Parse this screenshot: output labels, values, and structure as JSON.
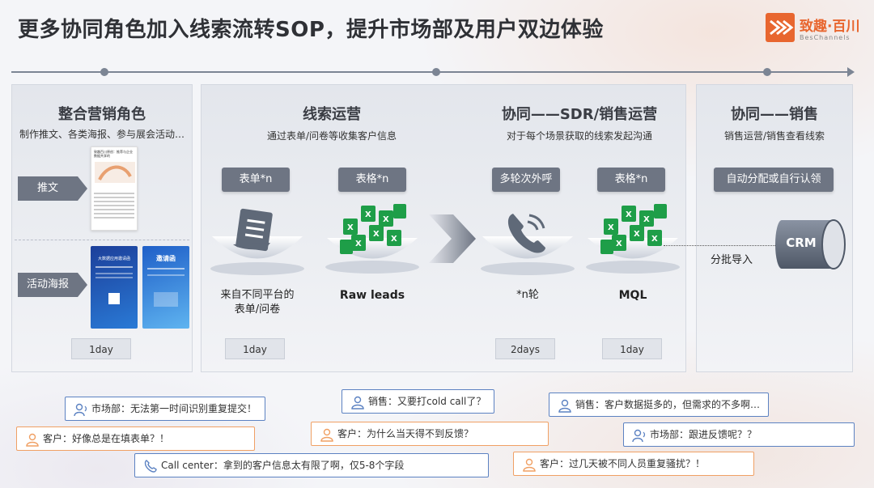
{
  "title": "更多协同角色加入线索流转SOP，提升市场部及用户双边体验",
  "logo": {
    "name_cn": "致趣·百川",
    "name_en": "BesChannels",
    "color": "#e8662f"
  },
  "panels": [
    {
      "title": "整合营销角色",
      "subtitle": "制作推文、各类海报、参与展会活动…",
      "side_tags": [
        "推文",
        "活动海报"
      ],
      "duration": "1day"
    },
    {
      "title": "线索运营",
      "subtitle": "通过表单/问卷等收集客户信息",
      "tags": [
        "表单*n",
        "表格*n"
      ],
      "captions": [
        "来自不同平台的\n表单/问卷",
        "Raw leads"
      ],
      "duration": "1day"
    },
    {
      "title": "协同——SDR/销售运营",
      "subtitle": "对于每个场景获取的线索发起沟通",
      "tags": [
        "多轮次外呼",
        "表格*n"
      ],
      "captions": [
        "*n轮",
        "MQL"
      ],
      "durations": [
        "2days",
        "1day"
      ]
    },
    {
      "title": "协同——销售",
      "subtitle": "销售运营/销售查看线索",
      "tags": [
        "自动分配或自行认领"
      ],
      "crm_label": "CRM",
      "import_label": "分批导入"
    }
  ],
  "thumbnails": {
    "doc_title": "致趣百川原创：推荐与企业数据共享的",
    "poster1_title": "大数据应用邀请函",
    "poster2_title": "邀请函"
  },
  "bubbles": [
    {
      "icon": "person-voice-icon",
      "style": "blue",
      "text": "市场部：无法第一时间识别重复提交！"
    },
    {
      "icon": "person-icon",
      "style": "blue",
      "text": "销售：又要打cold call了？"
    },
    {
      "icon": "person-icon",
      "style": "blue",
      "text": "销售：客户数据挺多的，但需求的不多啊…"
    },
    {
      "icon": "person-icon",
      "style": "orange",
      "text": "客户：好像总是在填表单？！"
    },
    {
      "icon": "person-icon",
      "style": "orange",
      "text": "客户：为什么当天得不到反馈？"
    },
    {
      "icon": "person-voice-icon",
      "style": "blue",
      "text": "市场部：跟进反馈呢？？"
    },
    {
      "icon": "phone-icon",
      "style": "blue",
      "text": "Call center：拿到的客户信息太有限了啊，仅5-8个字段"
    },
    {
      "icon": "person-icon",
      "style": "orange",
      "text": "客户：过几天被不同人员重复骚扰？！"
    }
  ],
  "colors": {
    "tag_bg": "#6e7583",
    "excel_green": "#1e9e48",
    "blue_border": "#5c82c2",
    "orange_border": "#f0a064"
  }
}
